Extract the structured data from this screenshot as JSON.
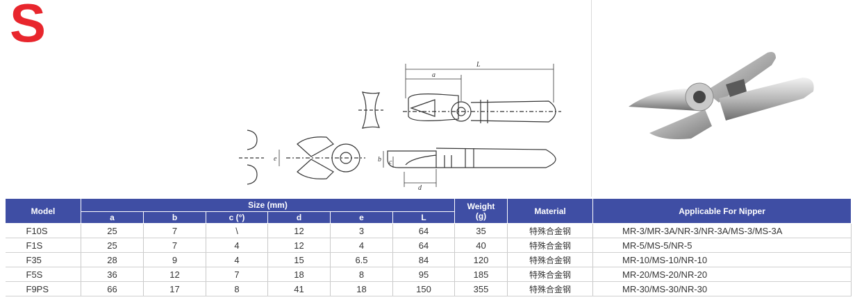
{
  "brand": {
    "letter": "S",
    "color": "#e8262d"
  },
  "header_color": "#3f4ea4",
  "drawing_labels": {
    "L": "L",
    "a": "a",
    "b": "b",
    "c": "c",
    "d": "d",
    "e": "e"
  },
  "table": {
    "model_header": "Model",
    "size_header": "Size (mm)",
    "size_cols": [
      "a",
      "b",
      "c (°)",
      "d",
      "e",
      "L"
    ],
    "weight_header_1": "Weight",
    "weight_header_2": "(g)",
    "material_header": "Material",
    "nipper_header": "Applicable For Nipper",
    "rows": [
      {
        "model": "F10S",
        "a": "25",
        "b": "7",
        "c": "\\",
        "d": "12",
        "e": "3",
        "L": "64",
        "weight": "35",
        "material": "特殊合金钢",
        "nipper": "MR-3/MR-3A/NR-3/NR-3A/MS-3/MS-3A"
      },
      {
        "model": "F1S",
        "a": "25",
        "b": "7",
        "c": "4",
        "d": "12",
        "e": "4",
        "L": "64",
        "weight": "40",
        "material": "特殊合金钢",
        "nipper": "MR-5/MS-5/NR-5"
      },
      {
        "model": "F35",
        "a": "28",
        "b": "9",
        "c": "4",
        "d": "15",
        "e": "6.5",
        "L": "84",
        "weight": "120",
        "material": "特殊合金钢",
        "nipper": "MR-10/MS-10/NR-10"
      },
      {
        "model": "F5S",
        "a": "36",
        "b": "12",
        "c": "7",
        "d": "18",
        "e": "8",
        "L": "95",
        "weight": "185",
        "material": "特殊合金钢",
        "nipper": "MR-20/MS-20/NR-20"
      },
      {
        "model": "F9PS",
        "a": "66",
        "b": "17",
        "c": "8",
        "d": "41",
        "e": "18",
        "L": "150",
        "weight": "355",
        "material": "特殊合金钢",
        "nipper": "MR-30/MS-30/NR-30"
      }
    ]
  }
}
